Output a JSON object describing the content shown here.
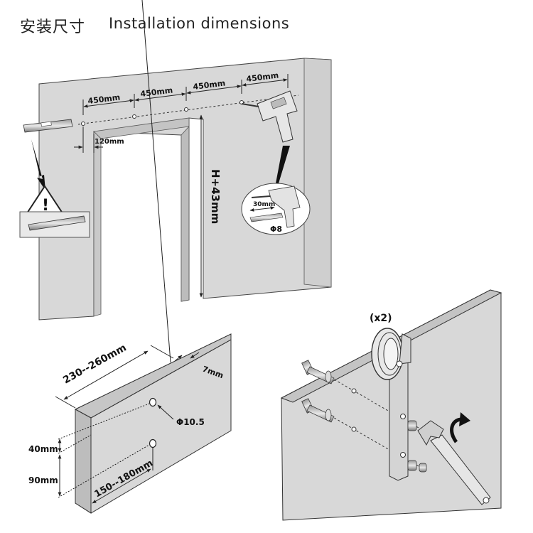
{
  "title": {
    "cn": "安装尺寸",
    "en": "Installation dimensions"
  },
  "top_panel": {
    "spacings": [
      "450mm",
      "450mm",
      "450mm",
      "450mm"
    ],
    "offset": "120mm",
    "height": "H+43mm",
    "drill_depth": "30mm",
    "drill_diameter": "Φ8",
    "warning_symbol": "!"
  },
  "left_panel": {
    "width": "230--260mm",
    "thickness": "7mm",
    "hole": "Φ10.5",
    "top_offset": "40mm",
    "vertical_offset": "90mm",
    "hole_spacing": "150--180mm"
  },
  "right_panel": {
    "quantity": "(x2)"
  },
  "colors": {
    "wall": "#d7d7d7",
    "wall_dark": "#bfbfbf",
    "line": "#222222"
  }
}
